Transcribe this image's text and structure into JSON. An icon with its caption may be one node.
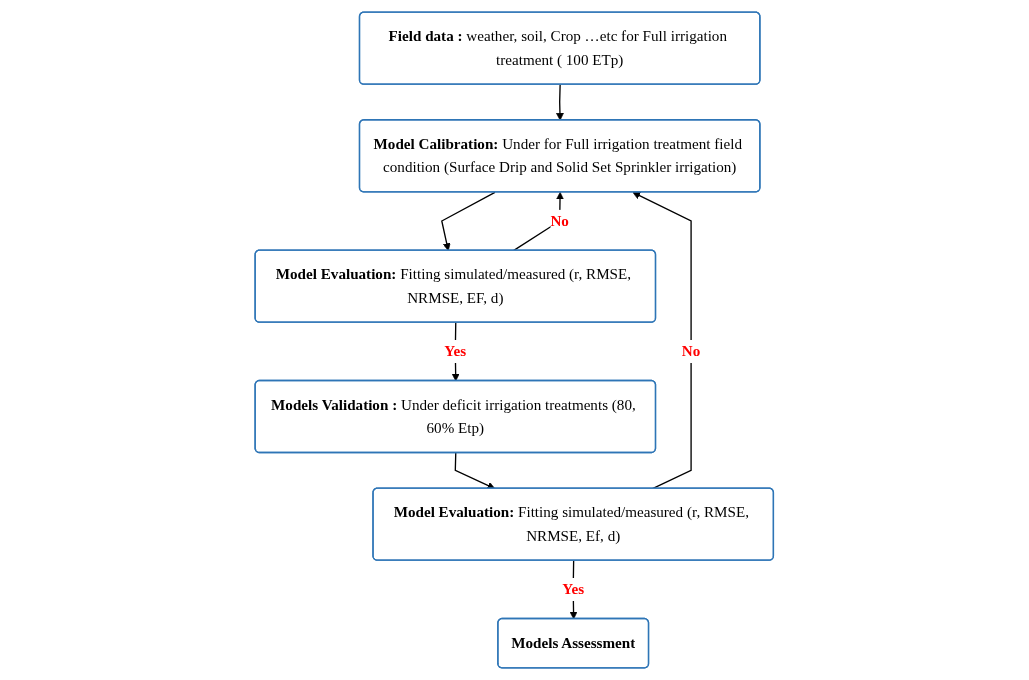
{
  "diagram": {
    "nodes": [
      {
        "text": [
          "**Field data :** weather, soil, Crop …etc for Full irrigation treatment ( 100 ETp)"
        ]
      },
      {
        "text": [
          "**Model Calibration:** Under for Full irrigation treatment field condition (Surface Drip and Solid Set Sprinkler irrigation)"
        ]
      },
      {
        "text": [
          "**Model Evaluation:** Fitting simulated/measured (r, RMSE, NRMSE, EF, d)"
        ]
      },
      {
        "text": [
          "**Models Validation :** Under deficit irrigation treatments (80, 60% Etp)"
        ]
      },
      {
        "text": [
          "**Model Evaluation:** Fitting simulated/measured (r, RMSE, NRMSE, Ef, d)"
        ]
      },
      {
        "text": [
          "**Models Assessment**"
        ]
      }
    ],
    "edges": [
      {
        "from": 0,
        "to": 1,
        "arrow": "to"
      },
      {
        "from": 1,
        "to": 2,
        "arrow": "to"
      },
      {
        "from": 2,
        "to": 3,
        "arrow": "to",
        "label": "Yes"
      },
      {
        "from": 3,
        "to": 4,
        "arrow": "to"
      },
      {
        "from": 4,
        "to": 5,
        "arrow": "to",
        "label": "Yes"
      },
      {
        "from": 2,
        "to": 1,
        "arrow": "to",
        "label": "No"
      },
      {
        "from": 4,
        "to": 1,
        "arrow": "to",
        "label": "No"
      }
    ]
  }
}
